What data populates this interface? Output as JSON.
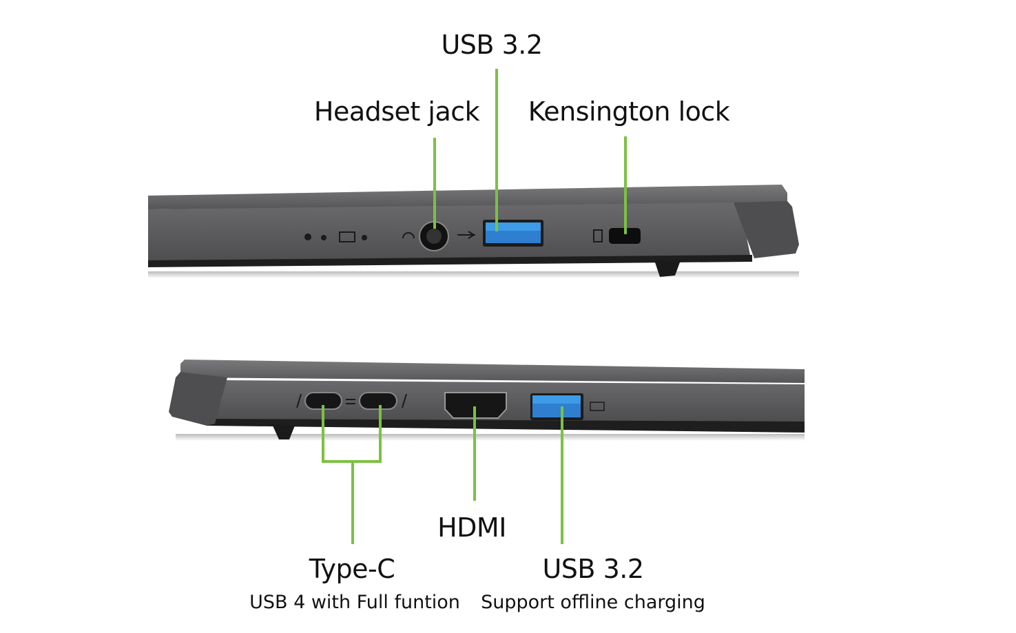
{
  "top_view": {
    "labels": {
      "usb": "USB 3.2",
      "headset": "Headset jack",
      "kensington": "Kensington lock"
    }
  },
  "bottom_view": {
    "labels": {
      "typec": "Type-C",
      "typec_sub": "USB 4 with Full funtion",
      "hdmi": "HDMI",
      "usb": "USB 3.2",
      "usb_sub": "Support offline charging"
    }
  },
  "colors": {
    "leader_line": "#7cc142",
    "chassis": "#5a5a5c",
    "usb_blue": "#2f7fd0"
  }
}
